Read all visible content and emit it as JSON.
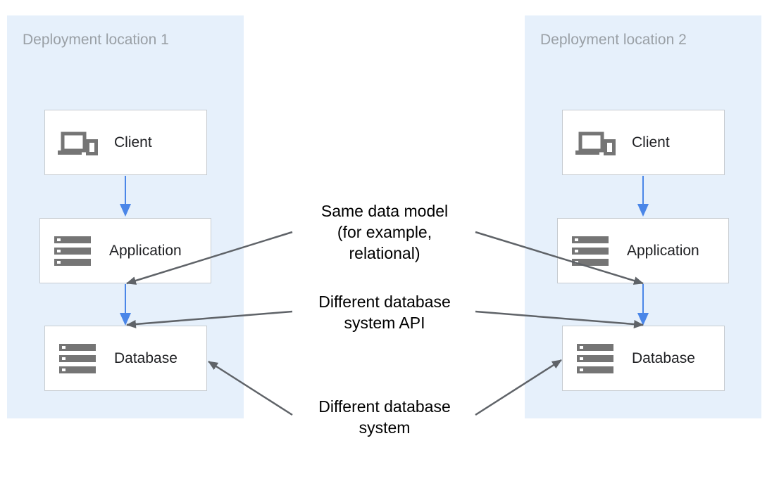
{
  "locations": [
    {
      "title": "Deployment location 1",
      "client_label": "Client",
      "application_label": "Application",
      "database_label": "Database"
    },
    {
      "title": "Deployment location 2",
      "client_label": "Client",
      "application_label": "Application",
      "database_label": "Database"
    }
  ],
  "notes": {
    "data_model": [
      "Same data model",
      "(for example,",
      "relational)"
    ],
    "api": [
      "Different database",
      "system API"
    ],
    "system": [
      "Different database",
      "system"
    ]
  },
  "colors": {
    "zone_background": "#e6f0fb",
    "flow_arrow": "#4a86e8",
    "annotation_arrow": "#5f6368",
    "icon": "#757575",
    "zone_title": "#9aa0a6"
  },
  "icons": {
    "client": "devices-icon",
    "application": "server-icon",
    "database": "server-icon"
  }
}
